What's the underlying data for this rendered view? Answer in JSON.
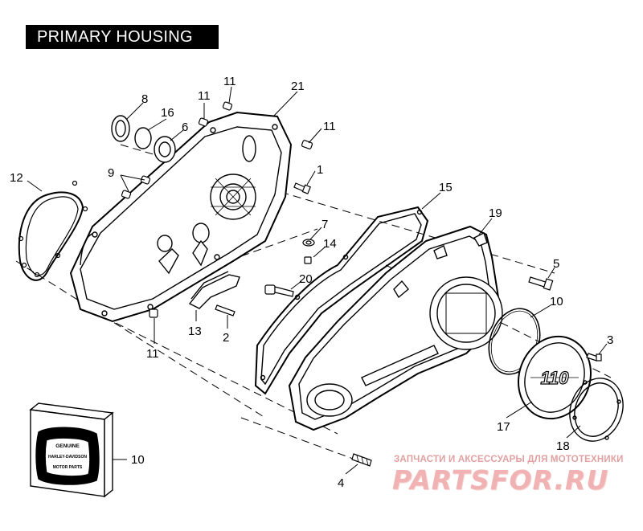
{
  "title": "PRIMARY HOUSING",
  "badge": {
    "top_text": "GENUINE",
    "mid_text": "HARLEY-DAVIDSON",
    "bottom_text": "MOTOR PARTS",
    "callout": "10"
  },
  "cover_logo": "110",
  "watermark": {
    "caption": "ЗАПЧАСТИ И АКСЕССУАРЫ ДЛЯ МОТОТЕХНИКИ",
    "logo": "PARTSFOR.RU"
  },
  "callouts": [
    "8",
    "16",
    "6",
    "11",
    "11",
    "21",
    "11",
    "9",
    "1",
    "12",
    "7",
    "14",
    "20",
    "15",
    "19",
    "5",
    "10",
    "3",
    "13",
    "2",
    "11",
    "17",
    "18",
    "4"
  ],
  "colors": {
    "line": "#000000",
    "watermark": "#f0b2b2"
  }
}
